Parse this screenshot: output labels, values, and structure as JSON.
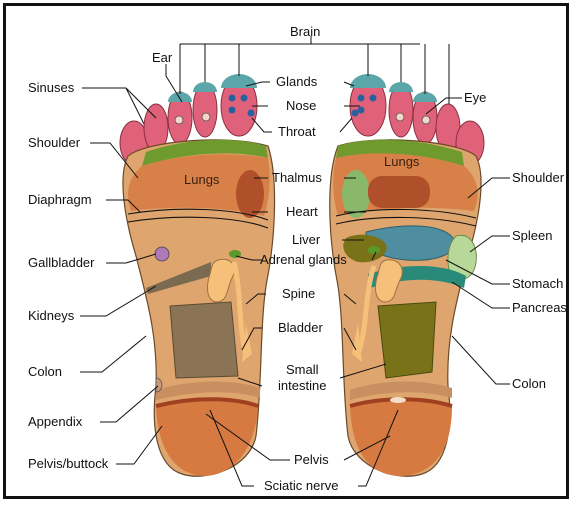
{
  "labels": {
    "brain": "Brain",
    "ear": "Ear",
    "sinuses": "Sinuses",
    "glands": "Glands",
    "nose": "Nose",
    "throat": "Throat",
    "eye": "Eye",
    "shoulder_left": "Shoulder",
    "shoulder_right": "Shoulder",
    "lungs_left": "Lungs",
    "lungs_right": "Lungs",
    "thalmus": "Thalmus",
    "diaphragm": "Diaphragm",
    "heart": "Heart",
    "liver": "Liver",
    "spleen": "Spleen",
    "gallbladder": "Gallbladder",
    "adrenal_glands": "Adrenal glands",
    "stomach": "Stomach",
    "spine": "Spine",
    "kidneys": "Kidneys",
    "pancreas": "Pancreas",
    "bladder": "Bladder",
    "colon_left": "Colon",
    "colon_right": "Colon",
    "small_intestine_1": "Small",
    "small_intestine_2": "intestine",
    "appendix": "Appendix",
    "pelvis_buttock": "Pelvis/buttock",
    "pelvis": "Pelvis",
    "sciatic_nerve": "Sciatic nerve"
  },
  "colors": {
    "toe_pink": "#e0627a",
    "toe_tip_teal": "#5aa6a8",
    "foot_tan": "#dfa56e",
    "foot_orange": "#d67a42",
    "lung_band_green": "#6e9a2e",
    "heart_red": "#b0502a",
    "intestine_brown": "#8a7455",
    "spine_yellow": "#f4c07a",
    "liver_blue": "#4f8ea0",
    "spleen_green": "#b8d89a",
    "olive": "#7a7218"
  }
}
